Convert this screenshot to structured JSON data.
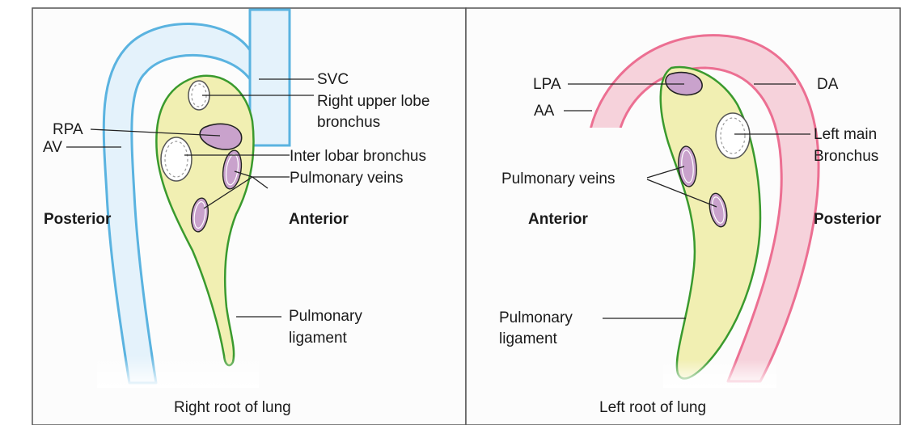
{
  "left_panel": {
    "title": "Right root of lung",
    "orientation": {
      "left": "Posterior",
      "right": "Anterior"
    },
    "labels": {
      "svc": "SVC",
      "rul_bronchus_line1": "Right upper lobe",
      "rul_bronchus_line2": "bronchus",
      "rpa": "RPA",
      "av": "AV",
      "interlobar": "Inter lobar bronchus",
      "pulm_veins": "Pulmonary veins",
      "pulm_lig_line1": "Pulmonary",
      "pulm_lig_line2": "ligament"
    }
  },
  "right_panel": {
    "title": "Left root of lung",
    "orientation": {
      "left": "Anterior",
      "right": "Posterior"
    },
    "labels": {
      "lpa": "LPA",
      "da": "DA",
      "aa": "AA",
      "left_main_line1": "Left main",
      "left_main_line2": "Bronchus",
      "pulm_veins": "Pulmonary veins",
      "pulm_lig_line1": "Pulmonary",
      "pulm_lig_line2": "ligament"
    }
  },
  "colors": {
    "lung_root_fill": "#f1efb2",
    "lung_root_outline": "#3a9a2e",
    "vein_fill": "#c9a2cc",
    "azygos_vein_blue": "#5ab3e0",
    "svc_fill": "#e4f2fb",
    "aorta_pink": "#ec6f92",
    "aorta_fill": "#f6d2db",
    "panel_border": "#555555"
  }
}
